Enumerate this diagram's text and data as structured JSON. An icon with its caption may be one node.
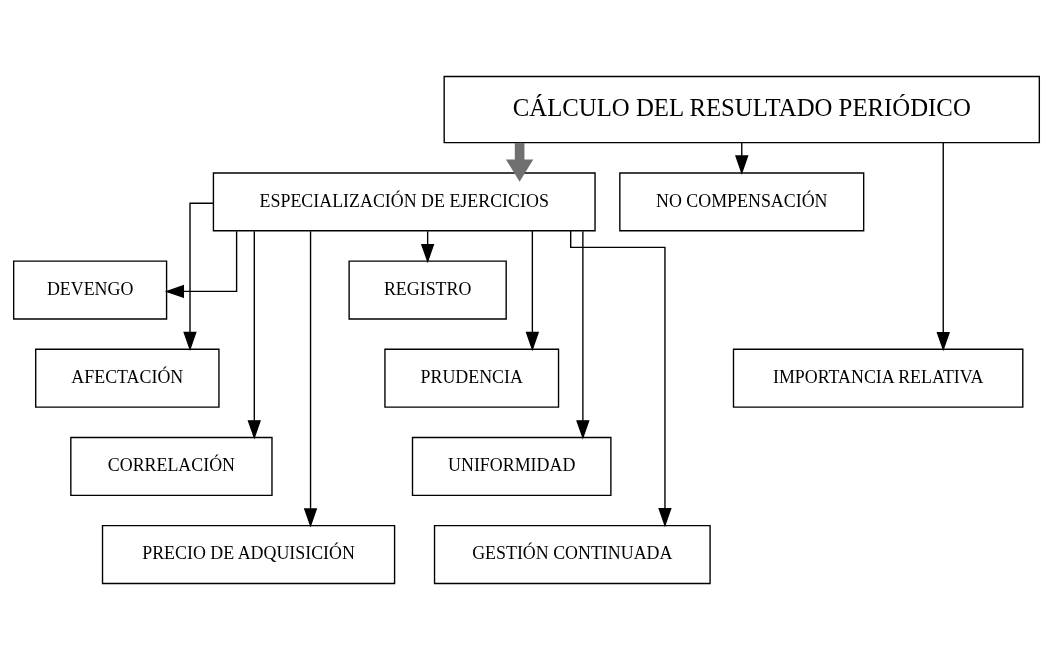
{
  "diagram": {
    "nodes": [
      {
        "text": [
          "CÁLCULO DEL RESULTADO PERIÓDICO"
        ]
      },
      {
        "text": [
          "ESPECIALIZACIÓN DE EJERCICIOS"
        ]
      },
      {
        "text": [
          "NO COMPENSACIÓN"
        ]
      },
      {
        "text": [
          "IMPORTANCIA RELATIVA"
        ]
      },
      {
        "text": [
          "DEVENGO"
        ]
      },
      {
        "text": [
          "AFECTACIÓN"
        ]
      },
      {
        "text": [
          "CORRELACIÓN"
        ]
      },
      {
        "text": [
          "PRECIO DE ADQUISICIÓN"
        ]
      },
      {
        "text": [
          "REGISTRO"
        ]
      },
      {
        "text": [
          "PRUDENCIA"
        ]
      },
      {
        "text": [
          "UNIFORMIDAD"
        ]
      },
      {
        "text": [
          "GESTIÓN CONTINUADA"
        ]
      }
    ],
    "edges": [
      {
        "from": 0,
        "to": 1,
        "arrow": "to",
        "style": "thick",
        "color": "#707070"
      },
      {
        "from": 0,
        "to": 2,
        "arrow": "to"
      },
      {
        "from": 0,
        "to": 3,
        "arrow": "to"
      },
      {
        "from": 1,
        "to": 4,
        "arrow": "to"
      },
      {
        "from": 1,
        "to": 5,
        "arrow": "to"
      },
      {
        "from": 1,
        "to": 6,
        "arrow": "to"
      },
      {
        "from": 1,
        "to": 7,
        "arrow": "to"
      },
      {
        "from": 1,
        "to": 11,
        "arrow": "to"
      },
      {
        "from": 1,
        "to": 10,
        "arrow": "to"
      },
      {
        "from": 1,
        "to": 9,
        "arrow": "to"
      },
      {
        "from": 1,
        "to": 8,
        "arrow": "to"
      }
    ]
  }
}
